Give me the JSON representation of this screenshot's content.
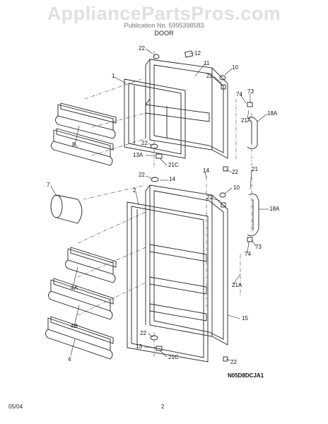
{
  "header": {
    "watermark": "AppliancePartsPros.com",
    "publication": "Publication No. 5995398583",
    "section": "DOOR"
  },
  "footer": {
    "date": "05/04",
    "page": "2",
    "figure_code": "N05D8DCJA1"
  },
  "callouts": [
    "22",
    "12",
    "11",
    "10",
    "1",
    "22",
    "74",
    "73",
    "18A",
    "21A",
    "8",
    "22",
    "13A",
    "21C",
    "14",
    "22",
    "22",
    "14",
    "21",
    "10",
    "7",
    "2",
    "18A",
    "22",
    "74",
    "73",
    "4A",
    "21A",
    "15",
    "4B",
    "22",
    "13",
    "21C",
    "4",
    "22"
  ]
}
